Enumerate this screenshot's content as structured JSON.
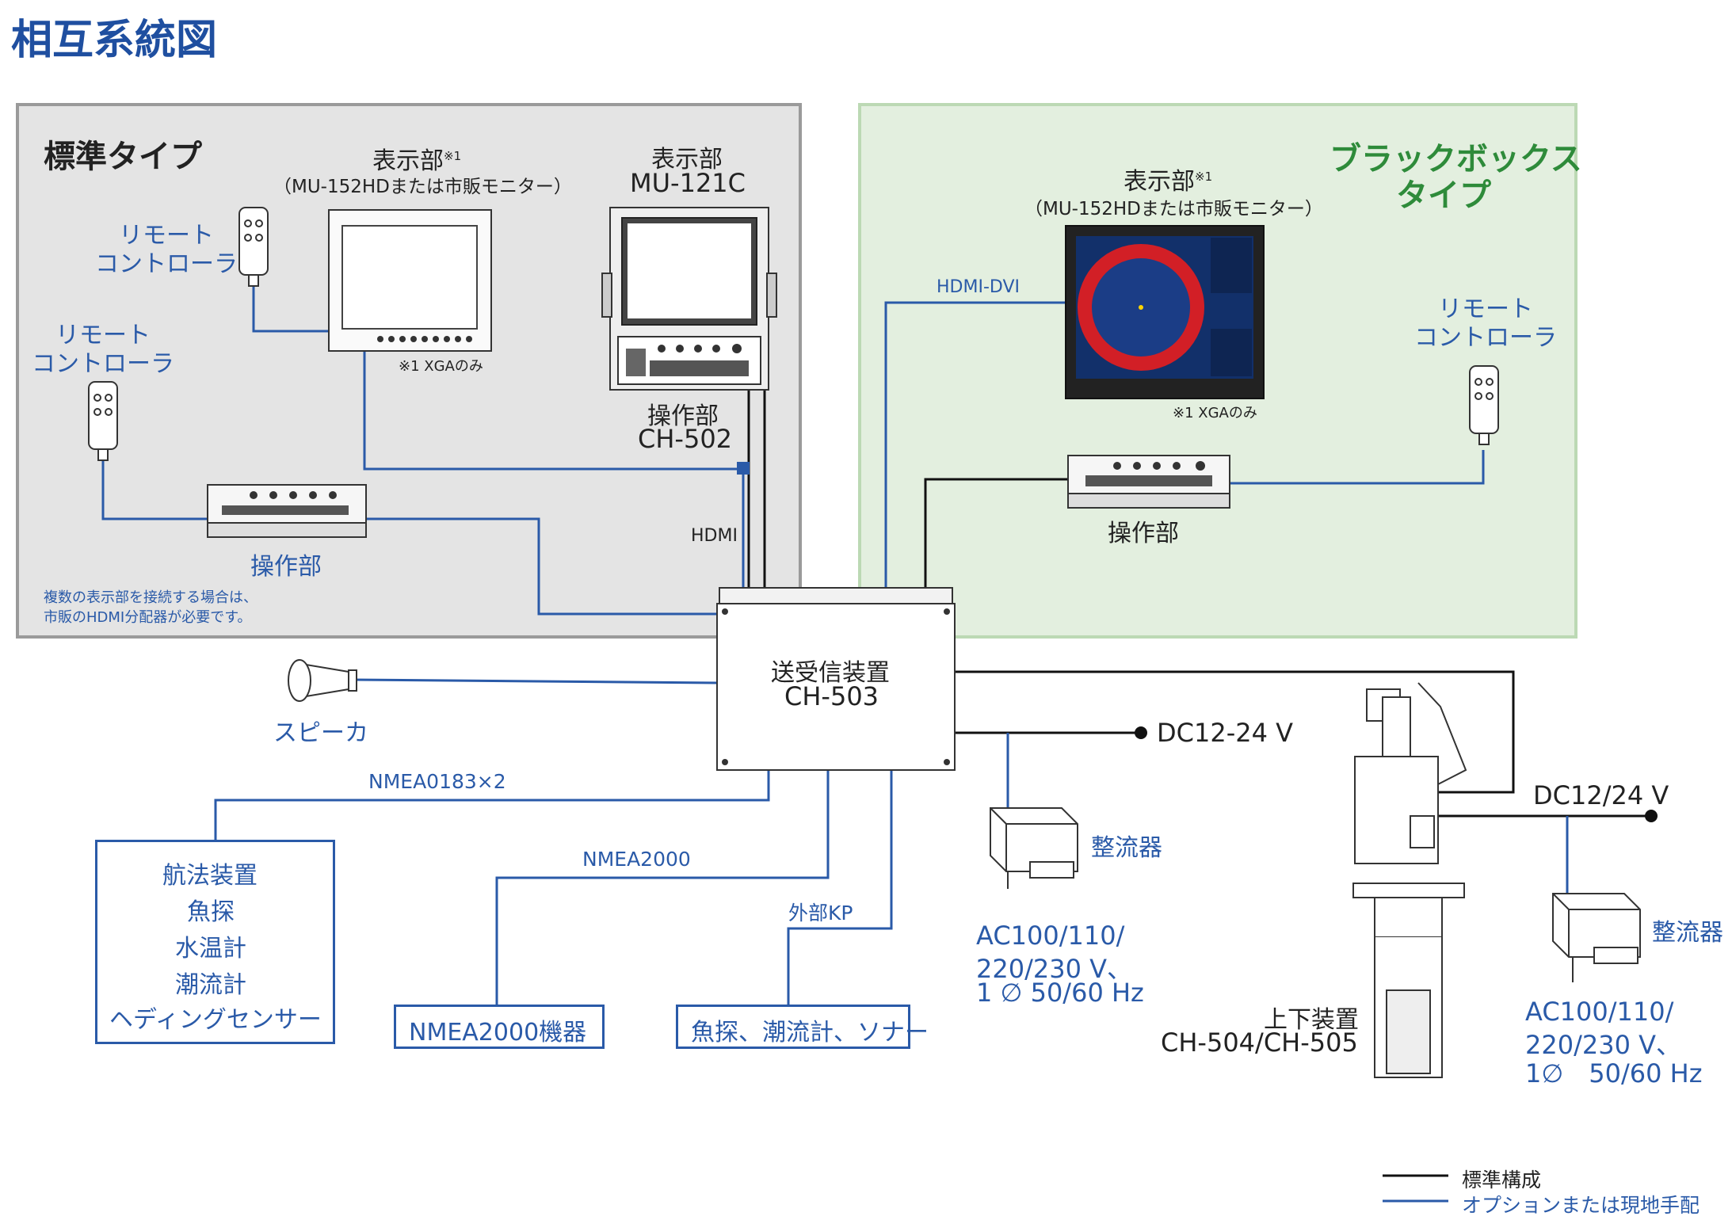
{
  "title": "相互系統図",
  "standard_type": {
    "heading": "標準タイプ",
    "display_label": "表示部",
    "display_note_mark": "※1",
    "display_model": "（MU-152HDまたは市販モニター）",
    "xga_note": "※1 XGAのみ",
    "remote1_line1": "リモート",
    "remote1_line2": "コントローラ",
    "remote2_line1": "リモート",
    "remote2_line2": "コントローラ",
    "display2_label": "表示部",
    "display2_model": "MU-121C",
    "control_unit_label": "操作部",
    "control_unit_model": "CH-502",
    "control_panel_label": "操作部",
    "hdmi_label": "HDMI",
    "note_line1": "複数の表示部を接続する場合は、",
    "note_line2": "市販のHDMI分配器が必要です。"
  },
  "blackbox_type": {
    "heading_line1": "ブラックボックス",
    "heading_line2": "タイプ",
    "display_label": "表示部",
    "display_note_mark": "※1",
    "display_model": "（MU-152HDまたは市販モニター）",
    "xga_note": "※1 XGAのみ",
    "hdmi_dvi_label": "HDMI-DVI",
    "remote_line1": "リモート",
    "remote_line2": "コントローラ",
    "control_panel_label": "操作部"
  },
  "transceiver": {
    "line1": "送受信装置",
    "line2": "CH-503"
  },
  "speaker_label": "スピーカ",
  "nmea0183_label": "NMEA0183×2",
  "nmea2000_label": "NMEA2000",
  "external_kp_label": "外部KP",
  "sensors": [
    "航法装置",
    "魚探",
    "水温計",
    "潮流計",
    "ヘディングセンサー"
  ],
  "nmea2000_device": "NMEA2000機器",
  "kp_devices": "魚探、潮流計、ソナー",
  "dc1": "DC12-24 V",
  "rectifier1": "整流器",
  "ac1": [
    "AC100/110/",
    "220/230 V、",
    "1 ∅ 50/60 Hz"
  ],
  "hoist_line1": "上下装置",
  "hoist_line2": "CH-504/CH-505",
  "dc2": "DC12/24 V",
  "rectifier2": "整流器",
  "ac2": [
    "AC100/110/",
    "220/230 V、",
    "1∅　50/60 Hz"
  ],
  "legend": [
    {
      "label": "標準構成",
      "color": "#111111"
    },
    {
      "label": "オプションまたは現地手配",
      "color": "#2a5aa8"
    }
  ]
}
